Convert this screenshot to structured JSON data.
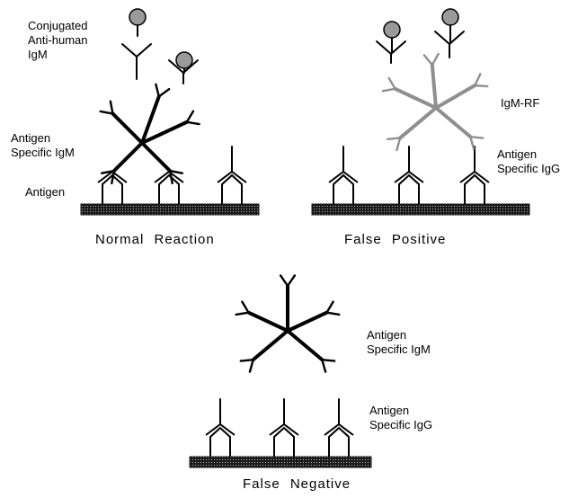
{
  "panels": {
    "normal": {
      "caption": "Normal  Reaction",
      "labels": {
        "conjugated": "Conjugated\nAnti-human\nIgM",
        "antigen_specific_igm": "Antigen\nSpecific IgM",
        "antigen": "Antigen"
      }
    },
    "false_positive": {
      "caption": "False  Positive",
      "labels": {
        "igm_rf": "IgM-RF",
        "antigen_specific_igg": "Antigen\nSpecific IgG"
      }
    },
    "false_negative": {
      "caption": "False  Negative",
      "labels": {
        "antigen_specific_igm": "Antigen\nSpecific IgM",
        "antigen_specific_igg": "Antigen\nSpecific IgG"
      }
    }
  },
  "colors": {
    "ink": "#000000",
    "rf_stroke": "#8f8f8f",
    "label_dot": "#9a9a9a",
    "plate": "#1a1a1a",
    "plate_dots": "#bbbbbb"
  }
}
